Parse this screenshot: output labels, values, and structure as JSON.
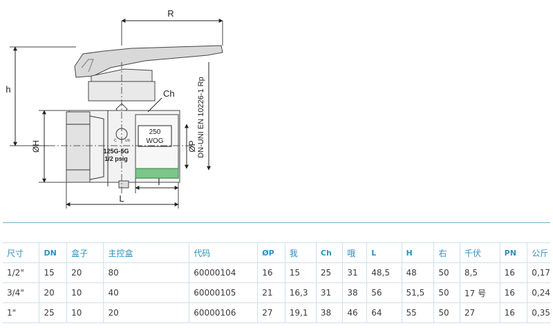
{
  "drawing": {
    "dim_R": "R",
    "dim_h": "h",
    "dim_OH": "ØH",
    "dim_OP": "ØP",
    "dim_L": "L",
    "dim_l": "l",
    "label_Ch": "Ch",
    "standard": "DN-UNI EN 10226-1 Rp",
    "rating_line1": "250",
    "rating_line2": "WOG",
    "gas_line1": "125G-5G",
    "gas_line2": "1/2 psig",
    "csa_mark_c": "C",
    "csa_mark_us": "US"
  },
  "table": {
    "headers": [
      "尺寸",
      "DN",
      "盒子",
      "主控盒",
      "代码",
      "ØP",
      "我",
      "Ch",
      "哦",
      "L",
      "H",
      "右",
      "千伏",
      "PN",
      "公斤"
    ],
    "rows": [
      [
        "1/2\"",
        "15",
        "20",
        "80",
        "60000104",
        "16",
        "15",
        "25",
        "31",
        "48,5",
        "48",
        "50",
        "8,5",
        "16",
        "0,17"
      ],
      [
        "3/4\"",
        "20",
        "10",
        "40",
        "60000105",
        "21",
        "16,3",
        "31",
        "38",
        "56",
        "51,5",
        "50",
        "17 号",
        "16",
        "0,24"
      ],
      [
        "1\"",
        "25",
        "10",
        "20",
        "60000106",
        "27",
        "19,1",
        "38",
        "46",
        "64",
        "55",
        "50",
        "27",
        "16",
        "0,35"
      ]
    ]
  },
  "colors": {
    "rule": "#6cb2cf",
    "header_text": "#2f8fbd",
    "thread_highlight": "#7cc68a"
  }
}
